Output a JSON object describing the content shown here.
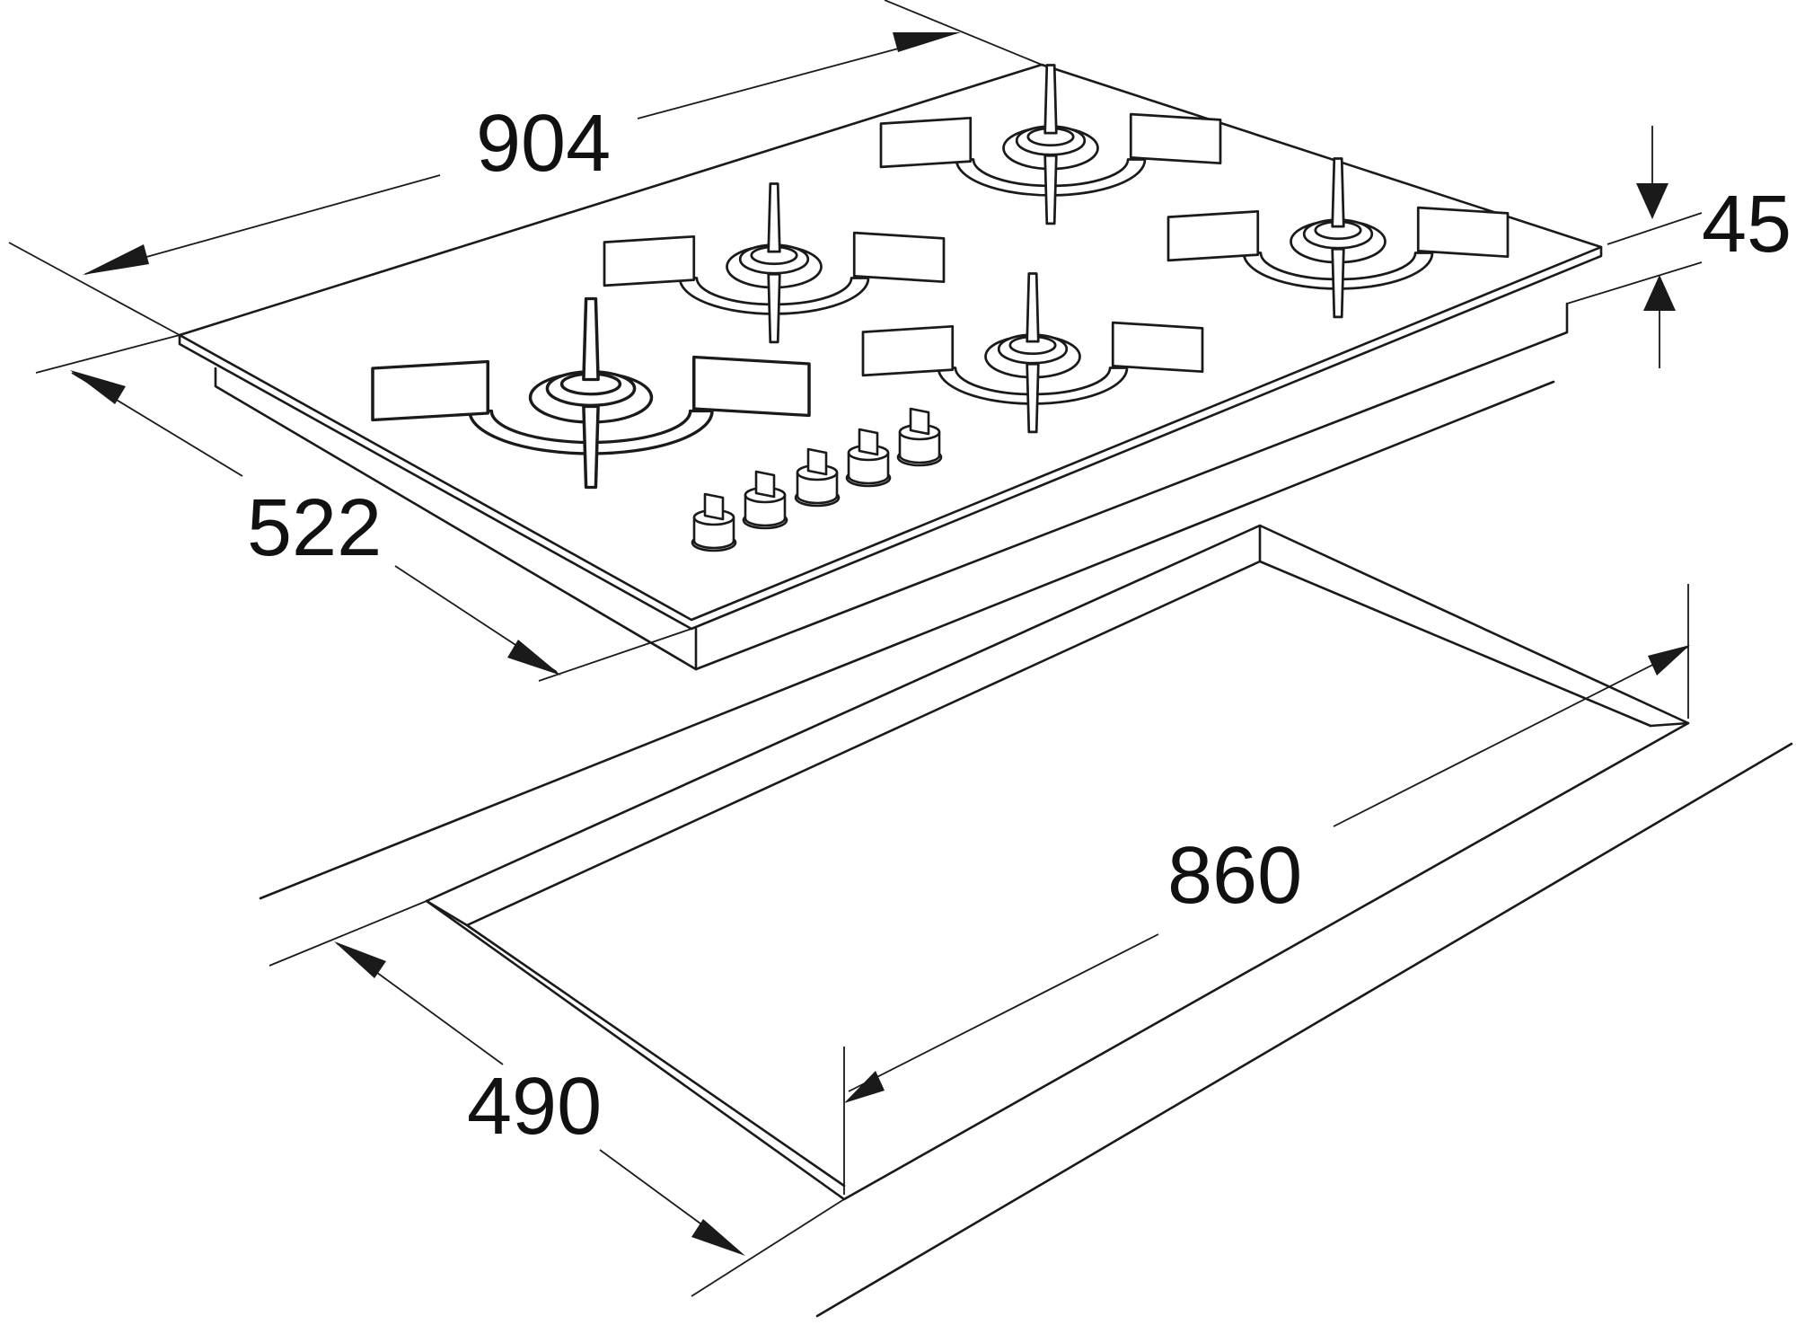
{
  "dimensions": {
    "hob_width": "904",
    "hob_depth": "522",
    "hob_height": "45",
    "cutout_width": "860",
    "cutout_depth": "490"
  },
  "components": {
    "burners": 5,
    "control_knobs": 5
  },
  "colors": {
    "line": "#1a1a1a",
    "background": "#ffffff"
  }
}
